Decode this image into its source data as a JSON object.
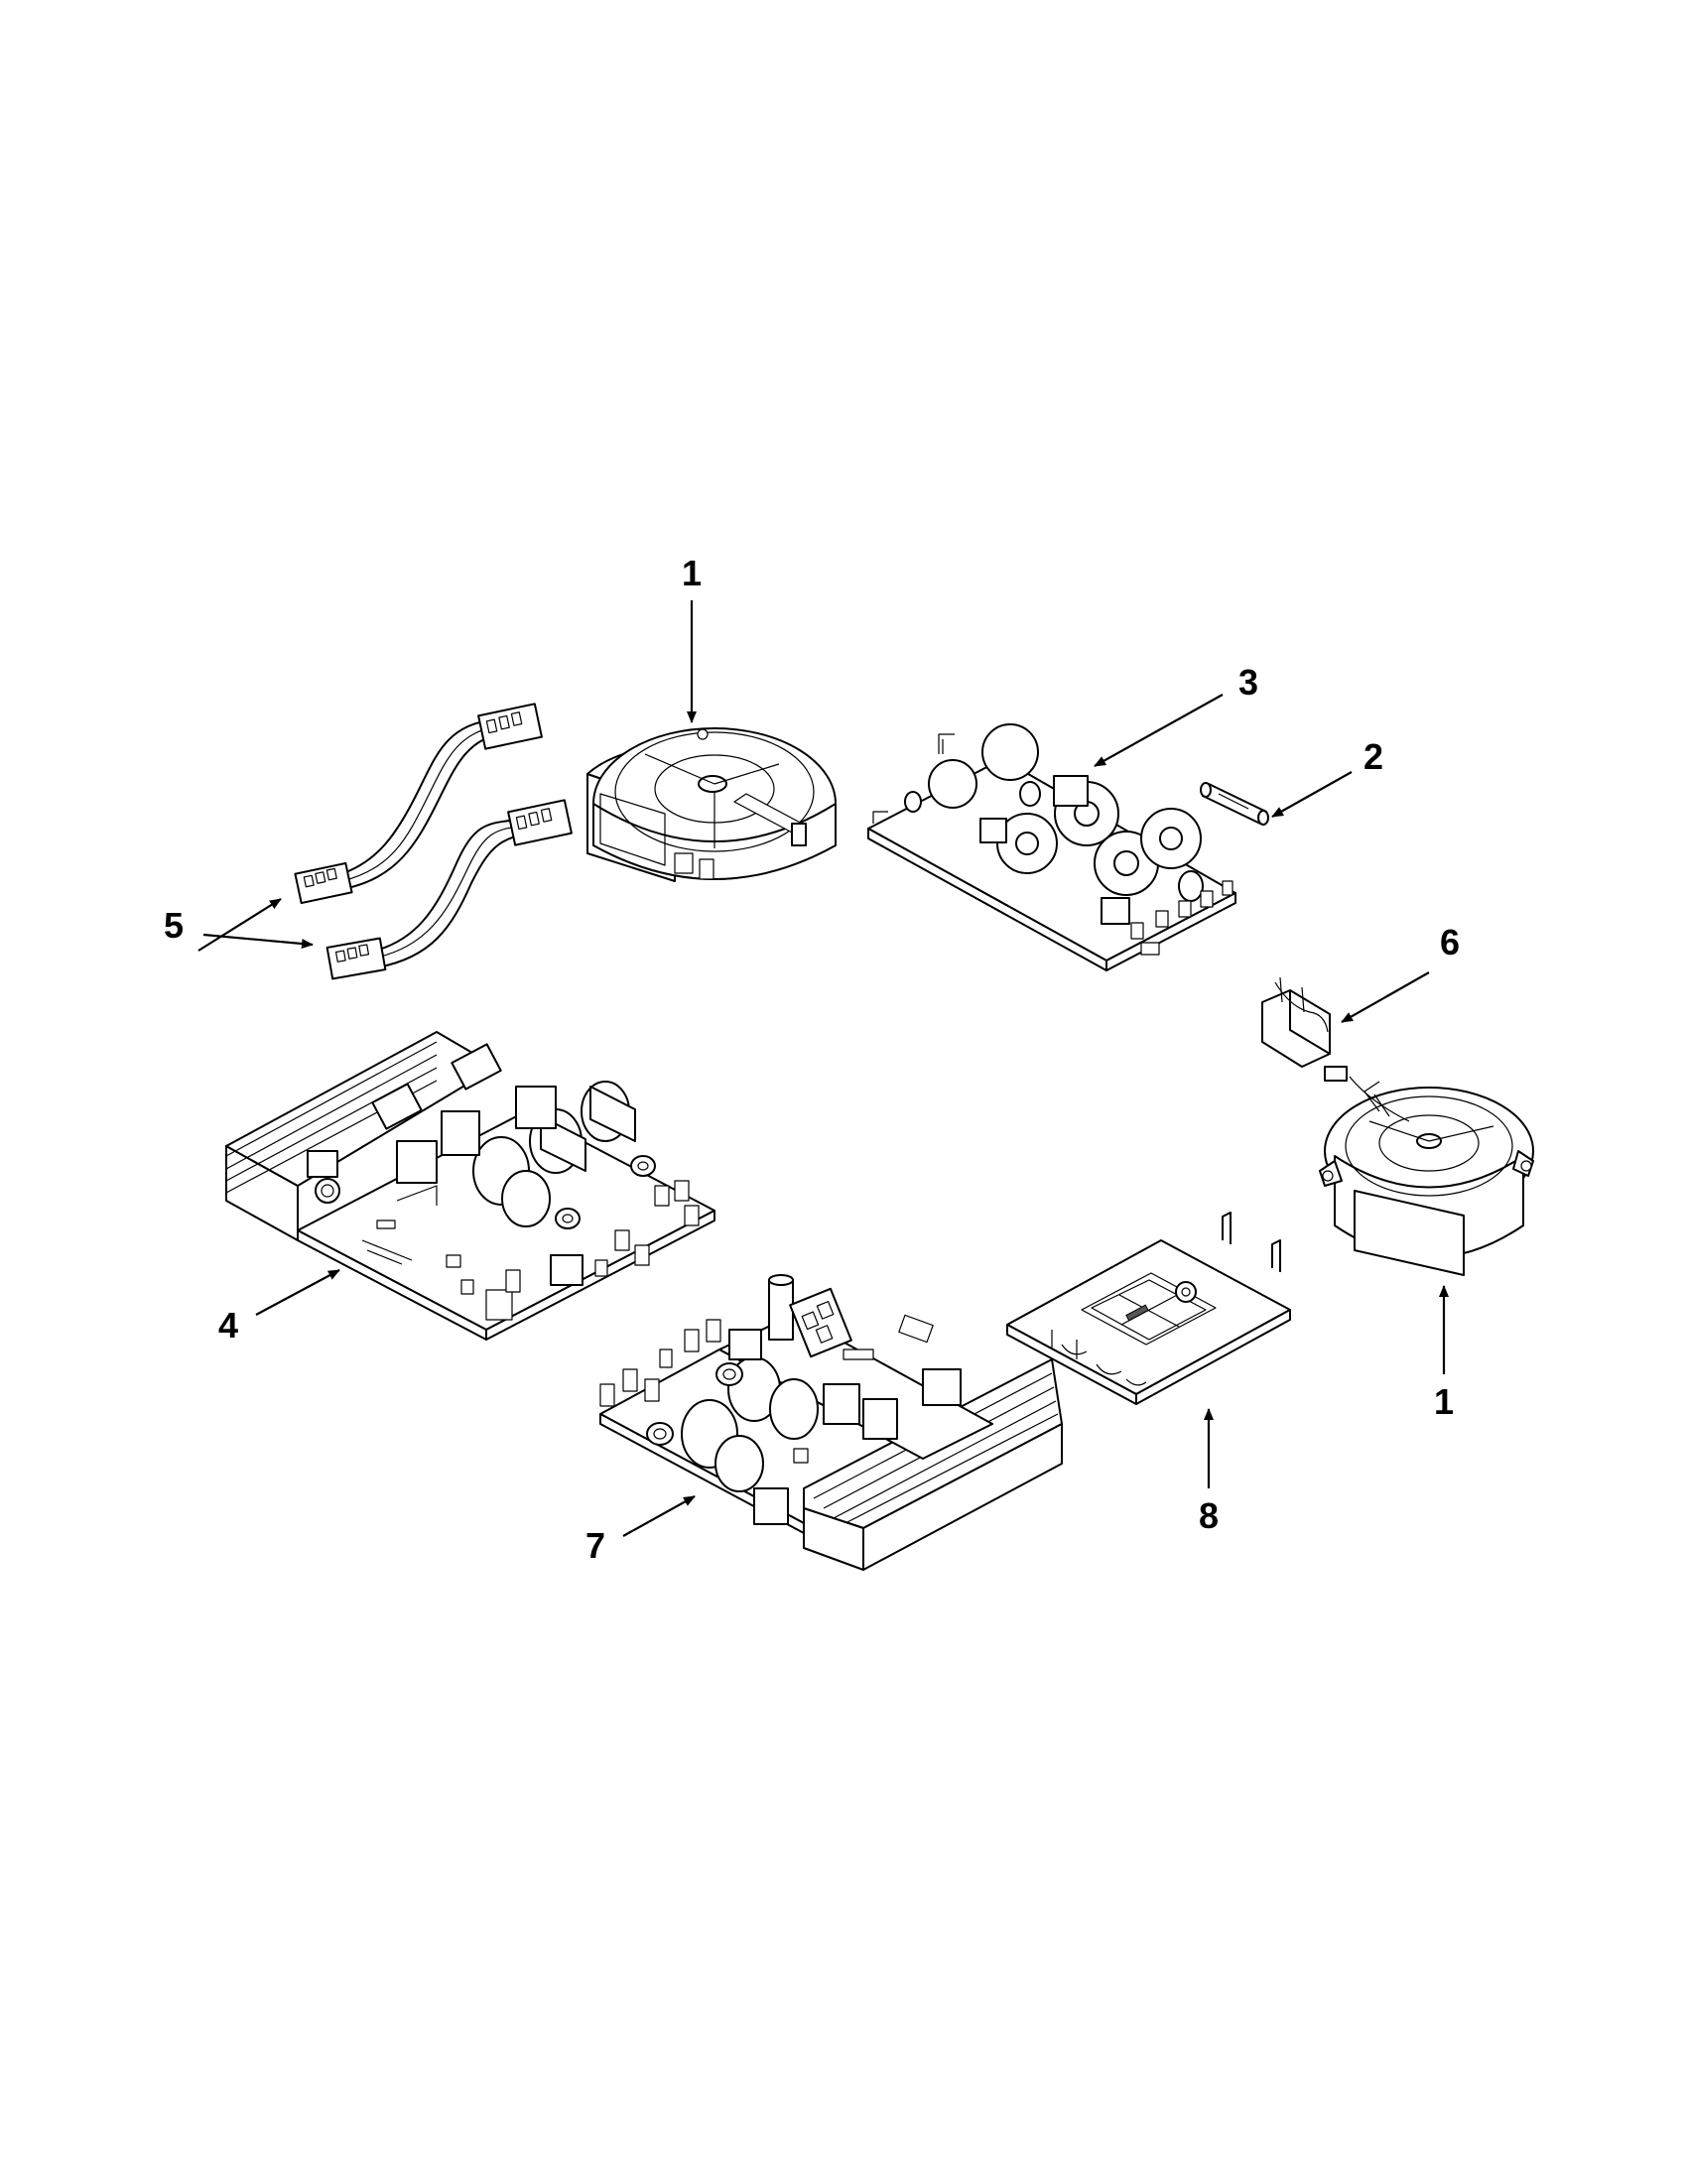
{
  "diagram": {
    "callouts": {
      "fan_top": "1",
      "fan_right": "1",
      "fuse": "2",
      "filter_board": "3",
      "power_board_left": "4",
      "harness": "5",
      "fuse_holder": "6",
      "power_board_right": "7",
      "bracket": "8"
    }
  }
}
